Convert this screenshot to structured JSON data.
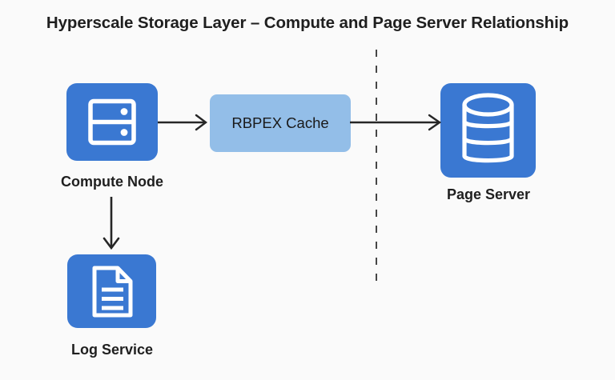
{
  "diagram": {
    "title": "Hyperscale Storage Layer – Compute and Page Server Relationship",
    "background_color": "#fafafa",
    "accent_color": "#3a78d2",
    "secondary_color": "#93bee8",
    "line_color": "#262626"
  },
  "nodes": {
    "compute_node": {
      "label": "Compute Node",
      "icon": "server-rack-icon",
      "fill": "#3a78d2"
    },
    "rbpex_cache": {
      "label": "RBPEX Cache",
      "shape": "rounded-rectangle",
      "fill": "#93bee8"
    },
    "page_server": {
      "label": "Page Server",
      "icon": "database-cylinder-icon",
      "fill": "#3a78d2"
    },
    "log_service": {
      "label": "Log Service",
      "icon": "document-icon",
      "fill": "#3a78d2"
    }
  },
  "connectors": [
    {
      "name": "compute-to-cache",
      "from": "compute_node",
      "to": "rbpex_cache",
      "style": "solid-arrow",
      "direction": "right"
    },
    {
      "name": "cache-to-page-server",
      "from": "rbpex_cache",
      "to": "page_server",
      "style": "solid-arrow",
      "direction": "right"
    },
    {
      "name": "compute-to-log",
      "from": "compute_node",
      "to": "log_service",
      "style": "solid-arrow",
      "direction": "down"
    }
  ],
  "divider": {
    "name": "compute-storage-boundary",
    "style": "dashed-vertical"
  }
}
